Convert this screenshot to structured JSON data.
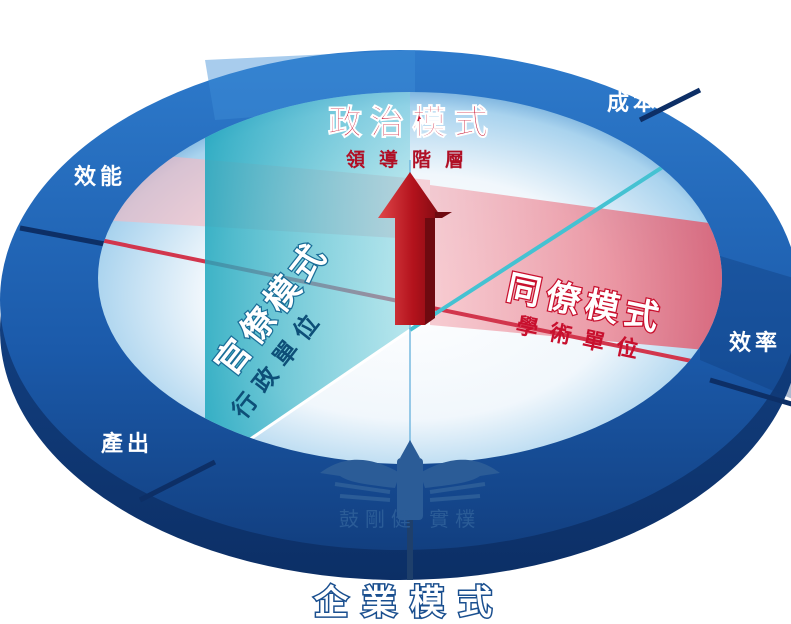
{
  "diagram": {
    "top_model": {
      "title": "政治模式",
      "subtitle": "領導階層"
    },
    "left_model": {
      "title": "官僚模式",
      "subtitle": "行政單位"
    },
    "right_model": {
      "title": "同僚模式",
      "subtitle": "學術單位"
    },
    "bottom_model": {
      "title": "企業模式"
    },
    "rim_labels": {
      "cost": "成本",
      "efficacy": "效能",
      "efficiency": "效率",
      "output": "產出"
    },
    "emblem": {
      "inscription": "鼓剛健 實樸"
    },
    "colors": {
      "rim_blue": "#1f5eae",
      "rim_dark": "#123e7e",
      "inner_light": "#eaf3fb",
      "red_band": "#e0475c",
      "cyan_band": "#36b9cc",
      "title_red": "#c8102e",
      "arrow_red": "#b3121c"
    }
  }
}
